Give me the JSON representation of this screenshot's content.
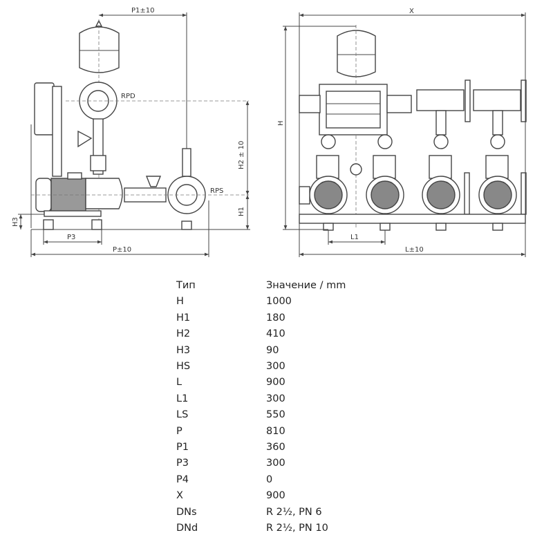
{
  "drawing": {
    "side_view": {
      "labels": {
        "p1": "P1±10",
        "rpd": "RPD",
        "rps": "RPS",
        "h2": "H2 ± 10",
        "h1": "H1",
        "h3": "H3",
        "p3": "P3",
        "p": "P±10"
      }
    },
    "front_view": {
      "labels": {
        "x": "X",
        "h": "H",
        "l1": "L1",
        "l": "L±10"
      }
    }
  },
  "table": {
    "headers": [
      "Тип",
      "Значение / mm"
    ],
    "rows": [
      [
        "H",
        "1000"
      ],
      [
        "H1",
        "180"
      ],
      [
        "H2",
        "410"
      ],
      [
        "H3",
        "90"
      ],
      [
        "HS",
        "300"
      ],
      [
        "L",
        "900"
      ],
      [
        "L1",
        "300"
      ],
      [
        "LS",
        "550"
      ],
      [
        "P",
        "810"
      ],
      [
        "P1",
        "360"
      ],
      [
        "P3",
        "300"
      ],
      [
        "P4",
        "0"
      ],
      [
        "X",
        "900"
      ],
      [
        "DNs",
        "R 2½, PN 6"
      ],
      [
        "DNd",
        "R 2½, PN 10"
      ]
    ]
  }
}
